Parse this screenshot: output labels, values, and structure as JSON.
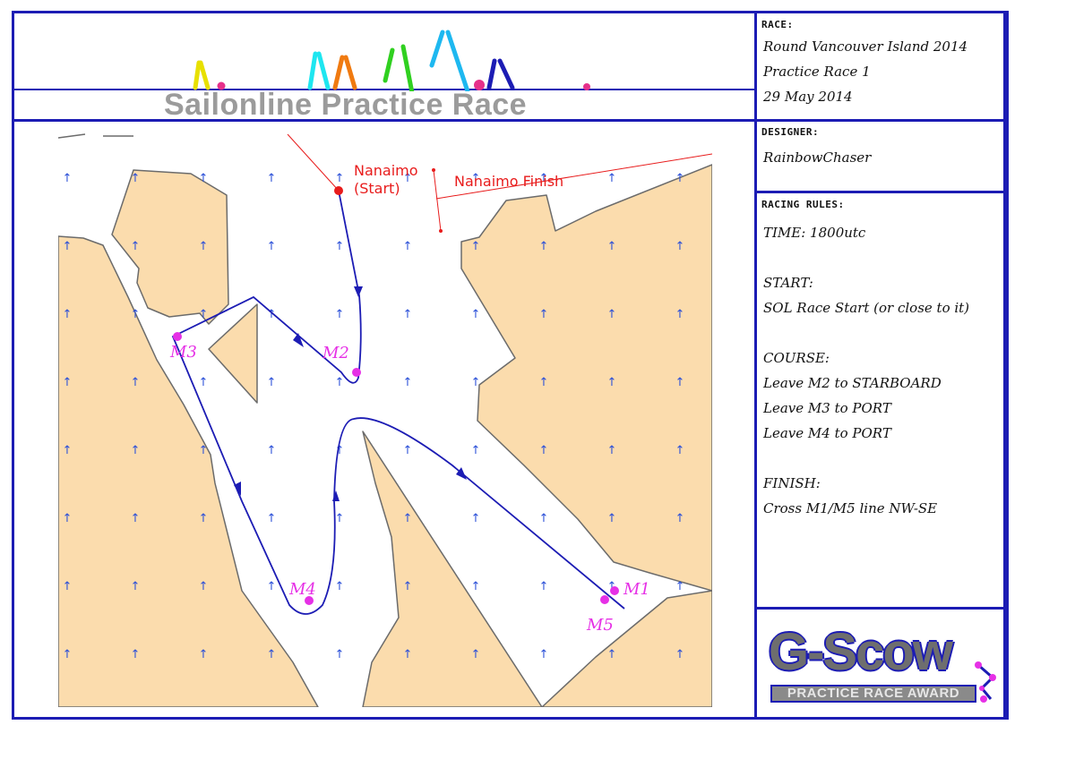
{
  "banner": {
    "title": "Sailonline Practice Race"
  },
  "race": {
    "heading": "RACE:",
    "name": "Round Vancouver Island 2014",
    "sub": "Practice Race 1",
    "date": "29 May 2014"
  },
  "designer": {
    "heading": "DESIGNER:",
    "name": "RainbowChaser"
  },
  "rules": {
    "heading": "RACING RULES:",
    "time": "TIME: 1800utc",
    "start_heading": "START:",
    "start": "SOL Race Start (or close to it)",
    "course_heading": "COURSE:",
    "course": [
      "Leave M2 to STARBOARD",
      "Leave M3 to PORT",
      "Leave M4 to PORT"
    ],
    "finish_heading": "FINISH:",
    "finish": "Cross M1/M5 line NW-SE"
  },
  "map": {
    "start_label_1": "Nanaimo",
    "start_label_2": "(Start)",
    "finish_label": "Nanaimo Finish",
    "marks": [
      "M1",
      "M2",
      "M3",
      "M4",
      "M5"
    ],
    "colors": {
      "land": "#fbdcad",
      "route": "#1c1cb4",
      "mark": "#e630e6",
      "label_red": "#e81c1c",
      "wind": "#2a4fd8"
    },
    "wind_arrow_glyph": "↑"
  },
  "logo": {
    "main": "G-Scow",
    "sub": "PRACTICE RACE AWARD"
  }
}
